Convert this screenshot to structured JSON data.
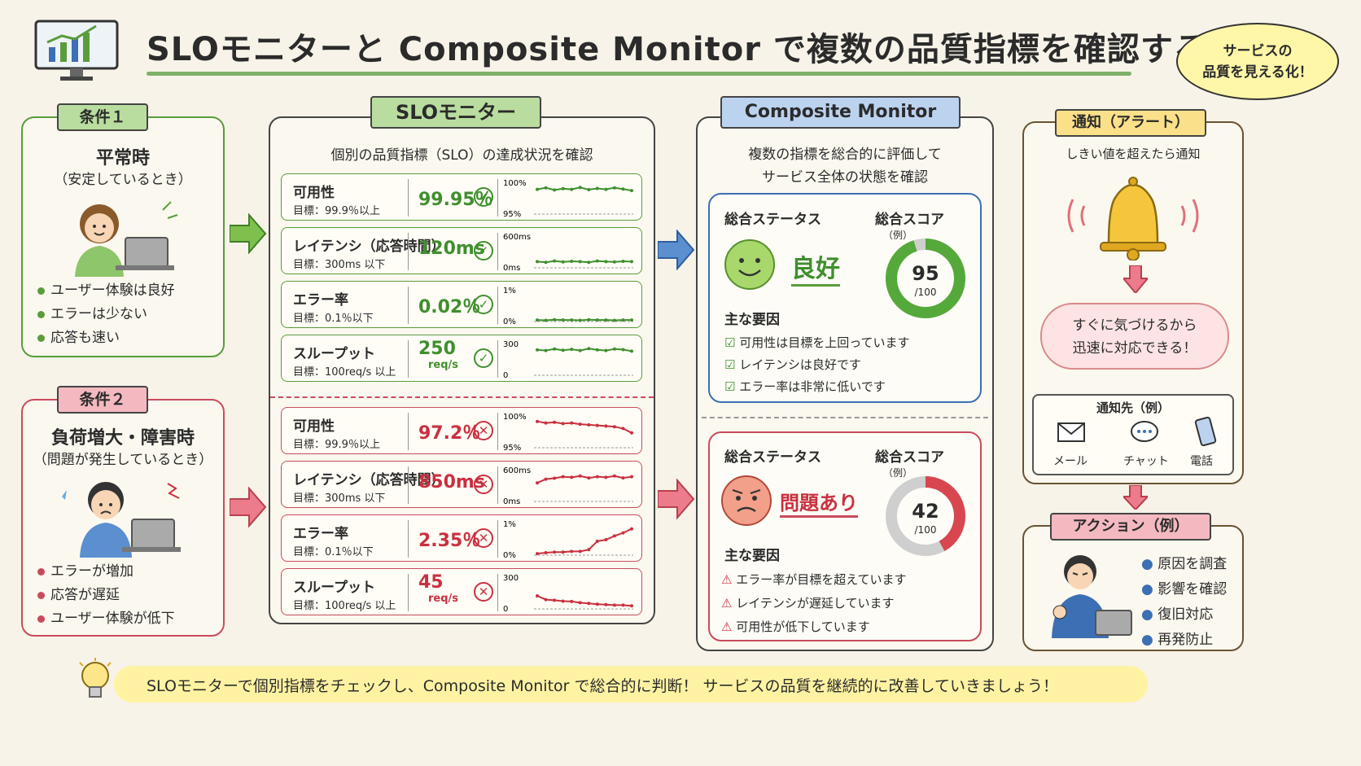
{
  "title": "SLOモニターと Composite Monitor で複数の品質指標を確認する",
  "bubble": [
    "サービスの",
    "品質を見える化！"
  ],
  "conditions": [
    {
      "tag": "条件１",
      "heading": "平常時",
      "sub": "（安定しているとき）",
      "bullets": [
        "ユーザー体験は良好",
        "エラーは少ない",
        "応答も速い"
      ]
    },
    {
      "tag": "条件２",
      "heading": "負荷増大・障害時",
      "sub": "（問題が発生しているとき）",
      "bullets": [
        "エラーが増加",
        "応答が遅延",
        "ユーザー体験が低下"
      ]
    }
  ],
  "slo": {
    "tag": "SLOモニター",
    "desc": "個別の品質指標（SLO）の達成状況を確認",
    "normal_rows": [
      {
        "label": "可用性",
        "target": "目標：99.9％以上",
        "value": "99.95％",
        "ymax": "100%",
        "ymin": "95%",
        "series": [
          0.8,
          0.85,
          0.78,
          0.82,
          0.8,
          0.86,
          0.79,
          0.83,
          0.8,
          0.85,
          0.81,
          0.76
        ]
      },
      {
        "label": "レイテンシ（応答時間）",
        "target": "目標：300ms 以下",
        "value": "120ms",
        "ymax": "600ms",
        "ymin": "0ms",
        "series": [
          0.2,
          0.18,
          0.22,
          0.19,
          0.21,
          0.2,
          0.18,
          0.22,
          0.2,
          0.19,
          0.21,
          0.2
        ]
      },
      {
        "label": "エラー率",
        "target": "目標：0.1％以下",
        "value": "0.02％",
        "ymax": "1%",
        "ymin": "0%",
        "series": [
          0.05,
          0.04,
          0.06,
          0.05,
          0.05,
          0.04,
          0.06,
          0.05,
          0.05,
          0.04,
          0.05,
          0.05
        ]
      },
      {
        "label": "スループット",
        "target": "目標：100req/s 以上",
        "value": "250",
        "unit": "req/s",
        "ymax": "300",
        "ymin": "0",
        "series": [
          0.82,
          0.8,
          0.85,
          0.81,
          0.84,
          0.8,
          0.86,
          0.82,
          0.8,
          0.85,
          0.83,
          0.78
        ]
      }
    ],
    "issue_rows": [
      {
        "label": "可用性",
        "target": "目標：99.9％以上",
        "value": "97.2％",
        "ymax": "100%",
        "ymin": "95%",
        "series": [
          0.85,
          0.8,
          0.82,
          0.78,
          0.8,
          0.76,
          0.74,
          0.72,
          0.7,
          0.68,
          0.62,
          0.48
        ]
      },
      {
        "label": "レイテンシ（応答時間）",
        "target": "目標：300ms 以下",
        "value": "850ms",
        "ymax": "600ms",
        "ymin": "0ms",
        "series": [
          0.6,
          0.72,
          0.75,
          0.8,
          0.78,
          0.82,
          0.76,
          0.8,
          0.78,
          0.82,
          0.76,
          0.8
        ]
      },
      {
        "label": "エラー率",
        "target": "目標：0.1％以下",
        "value": "2.35％",
        "ymax": "1%",
        "ymin": "0%",
        "series": [
          0.05,
          0.08,
          0.1,
          0.1,
          0.12,
          0.12,
          0.18,
          0.45,
          0.5,
          0.62,
          0.72,
          0.85
        ]
      },
      {
        "label": "スループット",
        "target": "目標：100req/s 以上",
        "value": "45",
        "unit": "req/s",
        "ymax": "300",
        "ymin": "0",
        "series": [
          0.42,
          0.3,
          0.28,
          0.25,
          0.24,
          0.2,
          0.18,
          0.15,
          0.14,
          0.12,
          0.12,
          0.1
        ]
      }
    ]
  },
  "composite": {
    "tag": "Composite Monitor",
    "desc": [
      "複数の指標を総合的に評価して",
      "サービス全体の状態を確認"
    ],
    "status_label": "総合ステータス",
    "score_label": "総合スコア",
    "score_note": "（例）",
    "factors_label": "主な要因",
    "normal": {
      "status": "良好",
      "score": 95,
      "score_max": "/100",
      "factors": [
        "可用性は目標を上回っています",
        "レイテンシは良好です",
        "エラー率は非常に低いです"
      ]
    },
    "issue": {
      "status": "問題あり",
      "score": 42,
      "score_max": "/100",
      "factors": [
        "エラー率が目標を超えています",
        "レイテンシが遅延しています",
        "可用性が低下しています"
      ]
    }
  },
  "alert": {
    "tag": "通知（アラート）",
    "desc": "しきい値を超えたら通知",
    "cloud": [
      "すぐに気づけるから",
      "迅速に対応できる！"
    ],
    "dest_title": "通知先（例）",
    "dests": [
      "メール",
      "チャット",
      "電話"
    ]
  },
  "action": {
    "tag": "アクション（例）",
    "items": [
      "原因を調査",
      "影響を確認",
      "復旧対応",
      "再発防止"
    ]
  },
  "footer": "SLOモニターで個別指標をチェックし、Composite Monitor で総合的に判断！ サービスの品質を継続的に改善していきましょう！",
  "colors": {
    "green": "#5a9c3c",
    "red": "#c94b5b",
    "blue": "#3c6fb3",
    "yellow": "#f5c63c"
  }
}
